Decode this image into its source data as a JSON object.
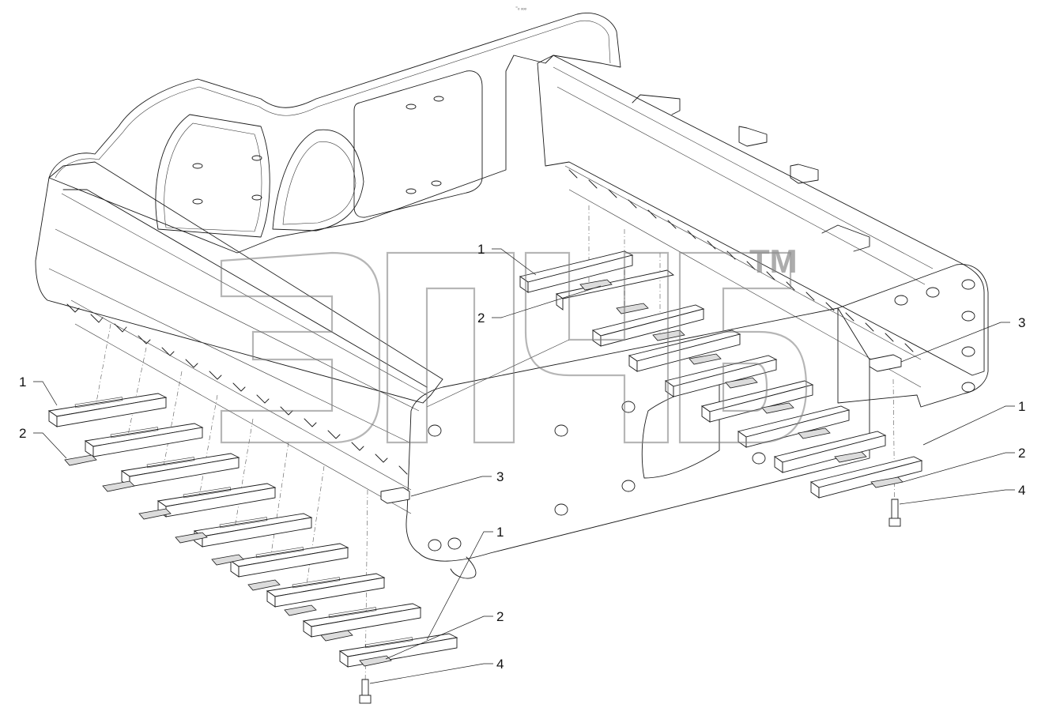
{
  "header_note": "⁼ₒ ₒₒₒ",
  "watermark": {
    "trademark": "TM"
  },
  "callouts": [
    {
      "label": "1"
    },
    {
      "label": "2"
    },
    {
      "label": "1"
    },
    {
      "label": "2"
    },
    {
      "label": "3"
    },
    {
      "label": "3"
    },
    {
      "label": "1"
    },
    {
      "label": "2"
    },
    {
      "label": "4"
    },
    {
      "label": "1"
    },
    {
      "label": "2"
    },
    {
      "label": "4"
    }
  ]
}
